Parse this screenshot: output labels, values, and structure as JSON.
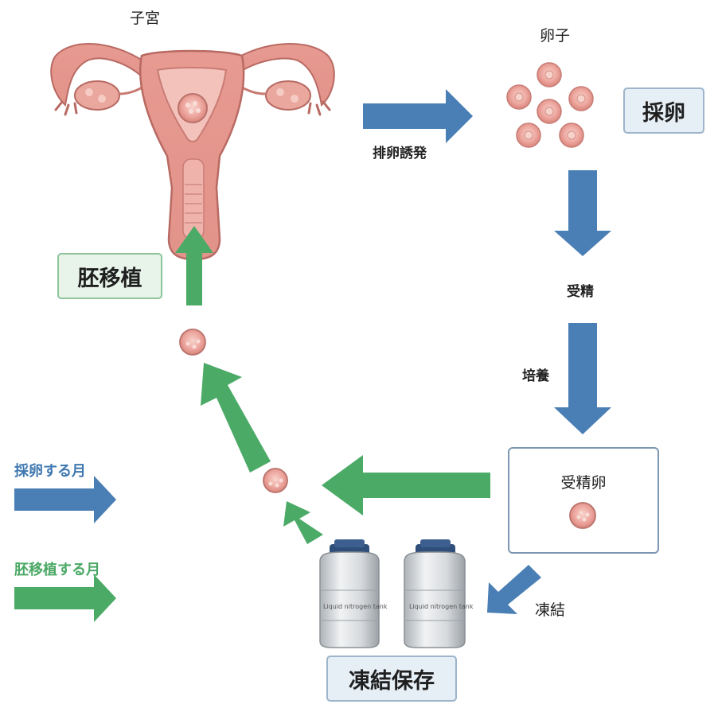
{
  "labels": {
    "uterus": "子宮",
    "eggs": "卵子",
    "ovulation_induction": "排卵誘発",
    "fertilization": "受精",
    "culture": "培養",
    "freeze": "凍結"
  },
  "boxes": {
    "egg_retrieval": "採卵",
    "embryo_transfer": "胚移植",
    "fertilized_egg": "受精卵",
    "cryo_storage": "凍結保存"
  },
  "tanks": {
    "left_label": "Liquid nitrogen tank",
    "right_label": "Liquid nitrogen tank"
  },
  "legend": {
    "retrieval_month": "採卵する月",
    "transfer_month": "胚移植する月"
  },
  "colors": {
    "blue_arrow": "#4a7fb5",
    "green_arrow": "#4caa67",
    "uterus": "#e3948c",
    "egg": "#eba49c"
  }
}
